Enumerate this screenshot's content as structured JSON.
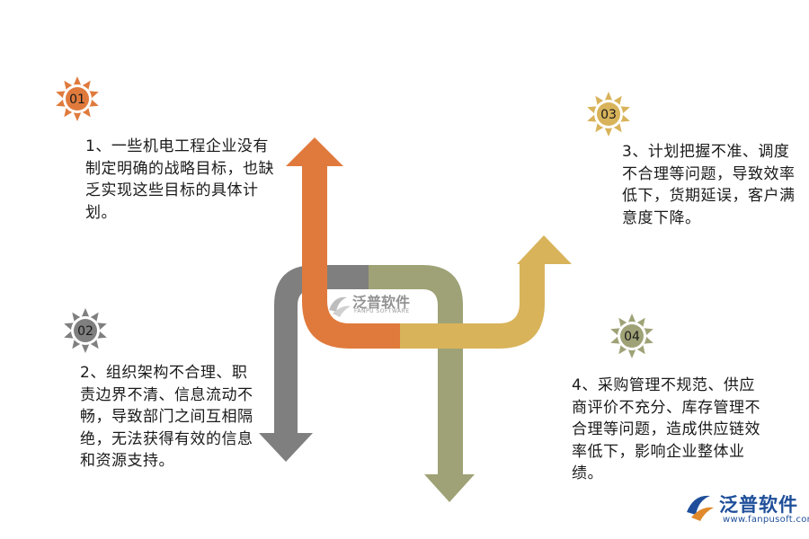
{
  "badges": [
    {
      "label": "01",
      "color": "#E07A3C"
    },
    {
      "label": "02",
      "color": "#7F7F7F"
    },
    {
      "label": "03",
      "color": "#D8B35A"
    },
    {
      "label": "04",
      "color": "#9FA276"
    }
  ],
  "items": [
    {
      "text": "1、一些机电工程企业没有制定明确的战略目标，也缺乏实现这些目标的具体计划。"
    },
    {
      "text": "2、组织架构不合理、职责边界不清、信息流动不畅，导致部门之间互相隔绝，无法获得有效的信息和资源支持。"
    },
    {
      "text": "3、计划把握不准、调度不合理等问题，导致效率低下，货期延误，客户满意度下降。"
    },
    {
      "text": "4、采购管理不规范、供应商评价不充分、库存管理不合理等问题，造成供应链效率低下，影响企业整体业绩。"
    }
  ],
  "arrows": {
    "orange": "#E07A3C",
    "gray": "#7F7F7F",
    "olive": "#9FA276",
    "gold": "#D8B35A"
  },
  "watermark": {
    "name": "泛普软件",
    "sub": "FANPU SOFTWARE"
  },
  "brand": {
    "name": "泛普软件",
    "url": "www.fanpusoft.com"
  }
}
